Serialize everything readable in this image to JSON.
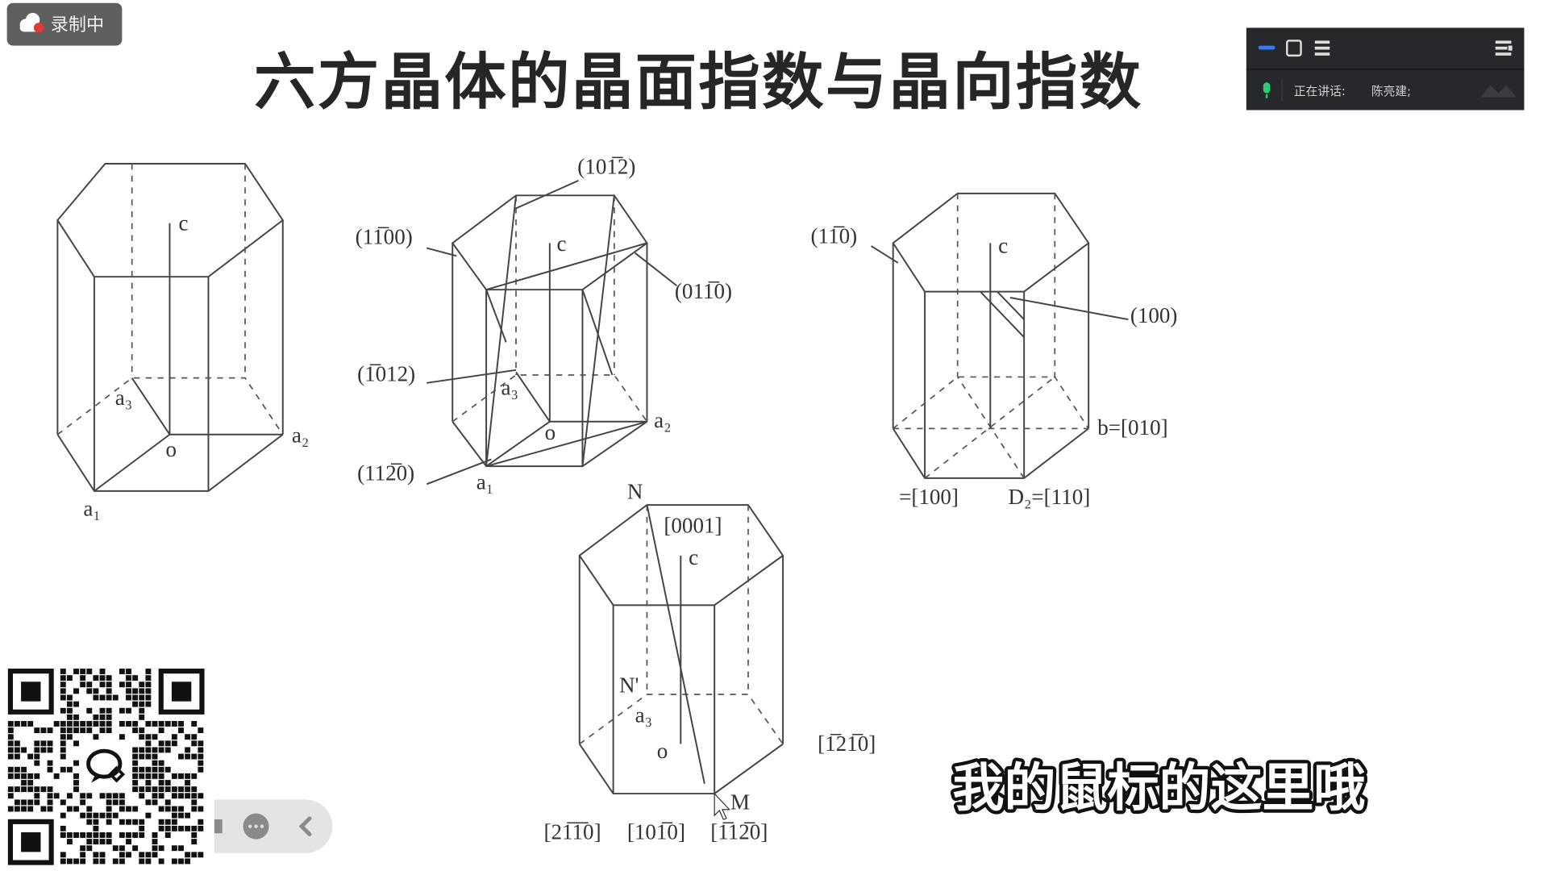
{
  "recording_badge": {
    "label": "录制中",
    "icon": "cloud-record-icon",
    "dot_color": "#e53935"
  },
  "slide": {
    "title": "六方晶体的晶面指数与晶向指数",
    "diagram1": {
      "c": "c",
      "a1": "a₁",
      "a2": "a₂",
      "a3": "a₃",
      "o": "o"
    },
    "diagram2": {
      "c": "c",
      "a1": "a₁",
      "a2": "a₂",
      "a3": "a₃",
      "o": "o",
      "planes": [
        "(101̅2)",
        "(11̅00)",
        "(011̅0)",
        "(1̅012)",
        "(112̅0)"
      ]
    },
    "diagram3": {
      "c": "c",
      "planes": [
        "(11̅0)",
        "(100)"
      ],
      "directions": [
        "b=[010]",
        "=[100]",
        "D₂=[110]"
      ]
    },
    "diagram4": {
      "c": "c",
      "n": "N",
      "n_prime": "N'",
      "m": "M",
      "a3": "a₃",
      "o": "o",
      "directions": [
        "[0001]",
        "[1̅21̅0]",
        "[21̅1̅0]",
        "[101̅0]",
        "[1̅12̅0]"
      ]
    }
  },
  "meeting_panel": {
    "speaking_label": "正在讲话:",
    "speaker": "陈亮建;",
    "icons": [
      "minimize-icon",
      "window-icon",
      "list-icon",
      "sidebar-menu-icon",
      "mic-icon"
    ],
    "accent": "#2f7cf6",
    "mic_color": "#2ecc71"
  },
  "subtitle": "我的鼠标的这里哦",
  "control_pill": {
    "icons": [
      "camera-icon",
      "more-icon",
      "collapse-left-icon"
    ]
  },
  "qr": {
    "icon": "wecom-logo-icon"
  }
}
